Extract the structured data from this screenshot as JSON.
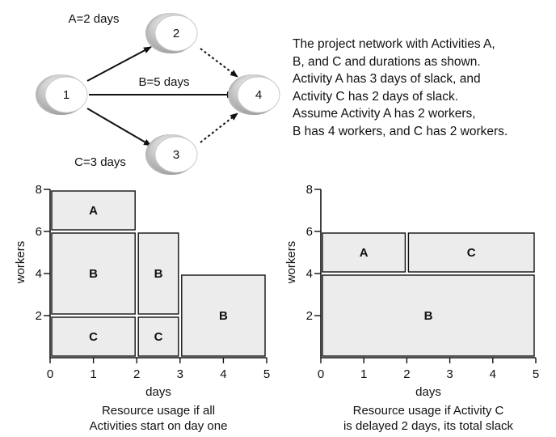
{
  "network": {
    "nodes": [
      "1",
      "2",
      "3",
      "4"
    ],
    "edges": [
      {
        "from": "1",
        "to": "2",
        "label": "A=2 days",
        "style": "solid"
      },
      {
        "from": "1",
        "to": "4",
        "label": "B=5 days",
        "style": "solid"
      },
      {
        "from": "1",
        "to": "3",
        "label": "C=3 days",
        "style": "solid"
      },
      {
        "from": "2",
        "to": "4",
        "label": "",
        "style": "dashed"
      },
      {
        "from": "3",
        "to": "4",
        "label": "",
        "style": "dashed"
      }
    ]
  },
  "description": [
    "The project network with Activities A,",
    "B, and C and durations as shown.",
    "Activity A has 3 days of slack, and",
    "Activity C has 2 days of slack.",
    "Assume Activity A has  2 workers,",
    "B has 4 workers, and C has 2 workers."
  ],
  "colors": {
    "block_fill": "#ececec",
    "ink": "#111111",
    "node_shade": "#b8b8b8"
  },
  "charts": [
    {
      "ylabel": "workers",
      "xlabel": "days",
      "xticks": [
        "0",
        "1",
        "2",
        "3",
        "4",
        "5"
      ],
      "yticks": [
        "2",
        "4",
        "6",
        "8"
      ],
      "xlim": [
        0,
        5
      ],
      "ylim": [
        0,
        8
      ],
      "caption": [
        "Resource usage if all",
        "Activities start on day one"
      ],
      "blocks": [
        {
          "label": "C",
          "x0": 0,
          "x1": 2,
          "y0": 0,
          "y1": 2
        },
        {
          "label": "B",
          "x0": 0,
          "x1": 2,
          "y0": 2,
          "y1": 6
        },
        {
          "label": "A",
          "x0": 0,
          "x1": 2,
          "y0": 6,
          "y1": 8
        },
        {
          "label": "C",
          "x0": 2,
          "x1": 3,
          "y0": 0,
          "y1": 2
        },
        {
          "label": "B",
          "x0": 2,
          "x1": 3,
          "y0": 2,
          "y1": 6
        },
        {
          "label": "B",
          "x0": 3,
          "x1": 5,
          "y0": 0,
          "y1": 4
        }
      ]
    },
    {
      "ylabel": "workers",
      "xlabel": "days",
      "xticks": [
        "0",
        "1",
        "2",
        "3",
        "4",
        "5"
      ],
      "yticks": [
        "2",
        "4",
        "6",
        "8"
      ],
      "xlim": [
        0,
        5
      ],
      "ylim": [
        0,
        8
      ],
      "caption": [
        "Resource usage if Activity C",
        "is delayed 2 days, its total slack"
      ],
      "blocks": [
        {
          "label": "B",
          "x0": 0,
          "x1": 5,
          "y0": 0,
          "y1": 4
        },
        {
          "label": "A",
          "x0": 0,
          "x1": 2,
          "y0": 4,
          "y1": 6
        },
        {
          "label": "C",
          "x0": 2,
          "x1": 5,
          "y0": 4,
          "y1": 6
        }
      ]
    }
  ]
}
